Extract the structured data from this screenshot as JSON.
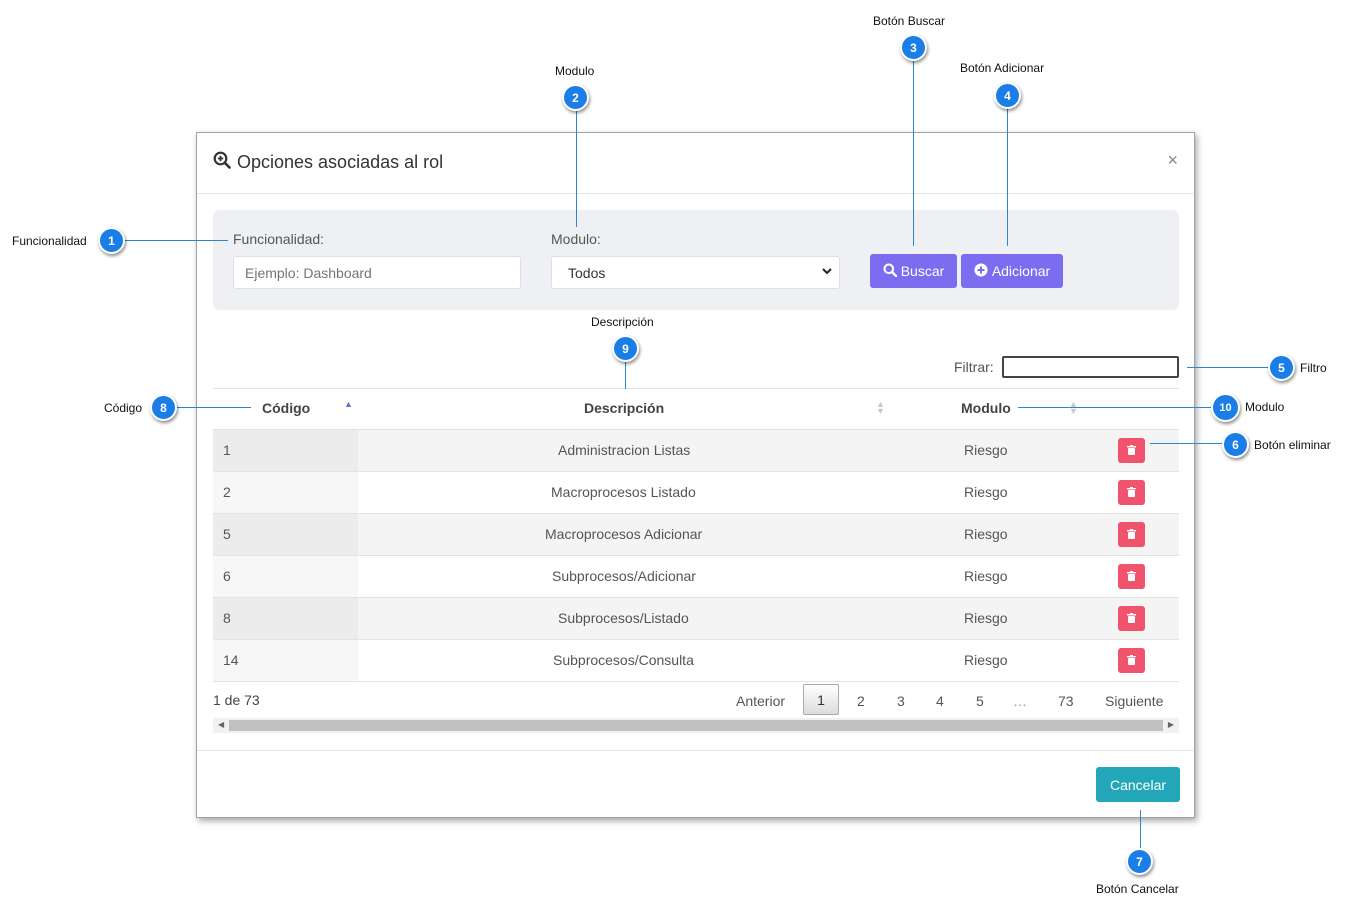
{
  "modal": {
    "title": "Opciones asociadas al rol",
    "close": "×",
    "filters": {
      "funcionalidad_label": "Funcionalidad:",
      "funcionalidad_placeholder": "Ejemplo: Dashboard",
      "modulo_label": "Modulo:",
      "modulo_value": "Todos",
      "buscar_label": "Buscar",
      "adicionar_label": "Adicionar"
    },
    "filtrar_label": "Filtrar:",
    "table": {
      "columns": [
        "Código",
        "Descripción",
        "Modulo"
      ],
      "rows": [
        {
          "codigo": "1",
          "descripcion": "Administracion Listas",
          "modulo": "Riesgo"
        },
        {
          "codigo": "2",
          "descripcion": "Macroprocesos Listado",
          "modulo": "Riesgo"
        },
        {
          "codigo": "5",
          "descripcion": "Macroprocesos Adicionar",
          "modulo": "Riesgo"
        },
        {
          "codigo": "6",
          "descripcion": "Subprocesos/Adicionar",
          "modulo": "Riesgo"
        },
        {
          "codigo": "8",
          "descripcion": "Subprocesos/Listado",
          "modulo": "Riesgo"
        },
        {
          "codigo": "14",
          "descripcion": "Subprocesos/Consulta",
          "modulo": "Riesgo"
        }
      ]
    },
    "pagination": {
      "info": "1 de 73",
      "previous": "Anterior",
      "pages": [
        "1",
        "2",
        "3",
        "4",
        "5",
        "…",
        "73"
      ],
      "next": "Siguiente"
    },
    "cancel_label": "Cancelar"
  },
  "annotations": [
    {
      "num": "1",
      "label": "Funcionalidad"
    },
    {
      "num": "2",
      "label": "Modulo"
    },
    {
      "num": "3",
      "label": "Botón  Buscar"
    },
    {
      "num": "4",
      "label": "Botón  Adicionar"
    },
    {
      "num": "5",
      "label": "Filtro"
    },
    {
      "num": "6",
      "label": "Botón eliminar"
    },
    {
      "num": "7",
      "label": "Botón Cancelar"
    },
    {
      "num": "8",
      "label": "Código"
    },
    {
      "num": "9",
      "label": "Descripción"
    },
    {
      "num": "10",
      "label": "Modulo"
    }
  ],
  "colors": {
    "primary_button": "#7b6cf0",
    "delete_button": "#f0546c",
    "cancel_button": "#23a7b8",
    "callout_badge": "#1a7ee6"
  }
}
